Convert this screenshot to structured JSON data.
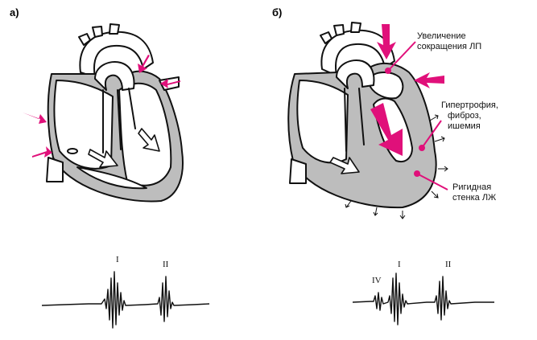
{
  "panels": {
    "a": {
      "label": "а)"
    },
    "b": {
      "label": "б)",
      "annotations": [
        {
          "lines": [
            "Увеличение",
            "сокращения ЛП"
          ]
        },
        {
          "lines": [
            "Гипертрофия,",
            "фиброз,",
            "ишемия"
          ]
        },
        {
          "lines": [
            "Ригидная",
            "стенка ЛЖ"
          ]
        }
      ]
    }
  },
  "phonocardiogram": {
    "a": {
      "sounds": [
        "I",
        "II"
      ]
    },
    "b": {
      "sounds": [
        "IV",
        "I",
        "II"
      ]
    }
  },
  "colors": {
    "accent": "#e0107a",
    "myocardium": "#bdbdbd",
    "ink": "#111111"
  }
}
